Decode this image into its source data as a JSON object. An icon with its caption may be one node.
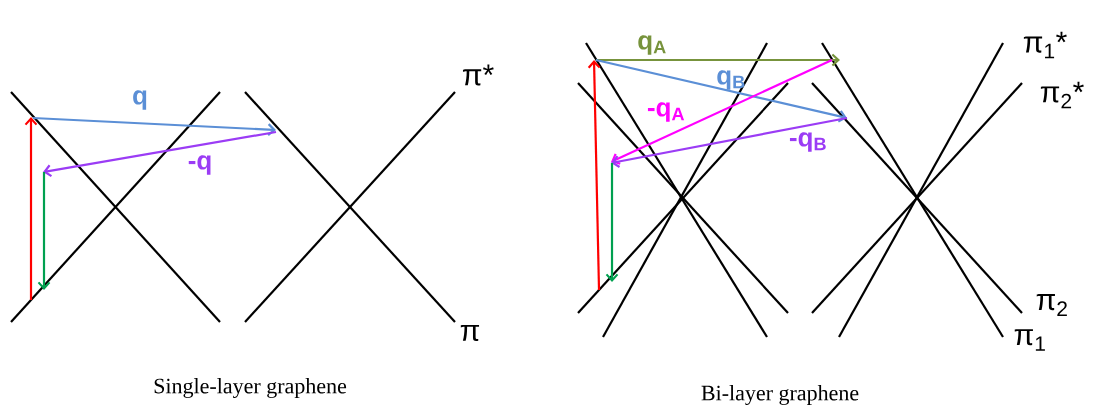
{
  "diagram": {
    "labels": [
      "π*",
      "q",
      "-q",
      "π",
      "q$_{A}$",
      "q$_{B}$",
      "-q$_{A}$",
      "-q$_{B}$",
      "π$_{1}$*",
      "π$_{2}$*",
      "π$_{2}$",
      "π$_{1}$",
      "Single-layer graphene",
      "Bi-layer graphene"
    ]
  }
}
